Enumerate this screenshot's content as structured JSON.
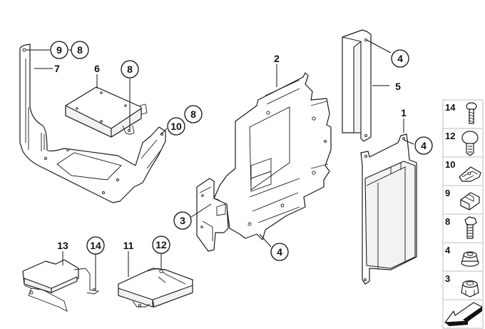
{
  "diagram": {
    "colors": {
      "line": "#1a1a1a",
      "background": "#ffffff",
      "legend_border": "#bdbdbd"
    },
    "parts": [
      {
        "id": "1",
        "label": "1"
      },
      {
        "id": "2",
        "label": "2"
      },
      {
        "id": "3",
        "label": "3"
      },
      {
        "id": "4",
        "label": "4"
      },
      {
        "id": "5",
        "label": "5"
      },
      {
        "id": "6",
        "label": "6"
      },
      {
        "id": "7",
        "label": "7"
      },
      {
        "id": "8",
        "label": "8"
      },
      {
        "id": "9",
        "label": "9"
      },
      {
        "id": "10",
        "label": "10"
      },
      {
        "id": "11",
        "label": "11"
      },
      {
        "id": "12",
        "label": "12"
      },
      {
        "id": "13",
        "label": "13"
      },
      {
        "id": "14",
        "label": "14"
      }
    ],
    "callouts": {
      "c9_top": "9",
      "c8_top": "8",
      "c7": "7",
      "c6": "6",
      "c8_module": "8",
      "c10": "10",
      "c8_right": "8",
      "c2": "2",
      "c3": "3",
      "c4_bottom": "4",
      "c4_top": "4",
      "c5": "5",
      "c1": "1",
      "c4_mid": "4",
      "c13": "13",
      "c14": "14",
      "c11": "11",
      "c12": "12"
    },
    "legend": [
      {
        "label": "14",
        "icon": "screw-icon"
      },
      {
        "label": "12",
        "icon": "expanding-rivet-icon"
      },
      {
        "label": "10",
        "icon": "clip-nut-icon"
      },
      {
        "label": "9",
        "icon": "clip-icon"
      },
      {
        "label": "8",
        "icon": "hex-bolt-icon"
      },
      {
        "label": "4",
        "icon": "collar-nut-icon"
      },
      {
        "label": "3",
        "icon": "hex-nut-icon"
      },
      {
        "label": "",
        "icon": "navigation-arrow-icon"
      }
    ]
  }
}
